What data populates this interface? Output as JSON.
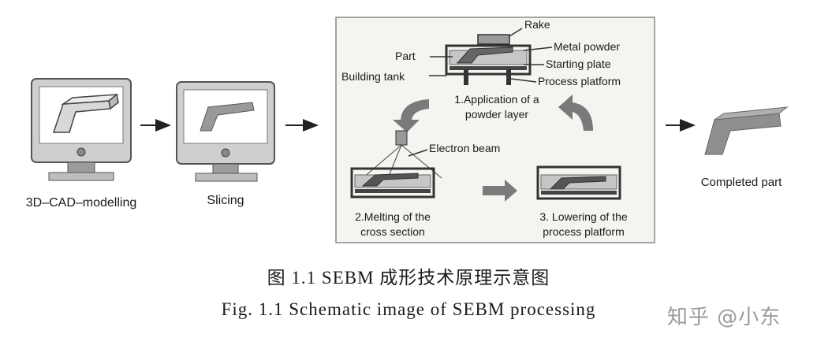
{
  "steps": {
    "cad": "3D–CAD–modelling",
    "slicing": "Slicing",
    "completed": "Completed part"
  },
  "process": {
    "rake": "Rake",
    "part": "Part",
    "metal_powder": "Metal powder",
    "starting_plate": "Starting plate",
    "building_tank": "Building tank",
    "process_platform": "Process platform",
    "step1_line1": "1.Application of a",
    "step1_line2": "powder layer",
    "electron_beam": "Electron beam",
    "step2_line1": "2.Melting of the",
    "step2_line2": "cross section",
    "step3_line1": "3. Lowering of the",
    "step3_line2": "process platform"
  },
  "caption": {
    "chinese": "图 1.1 SEBM 成形技术原理示意图",
    "english": "Fig. 1.1 Schematic image of SEBM processing"
  },
  "watermark": "知乎 @小东"
}
